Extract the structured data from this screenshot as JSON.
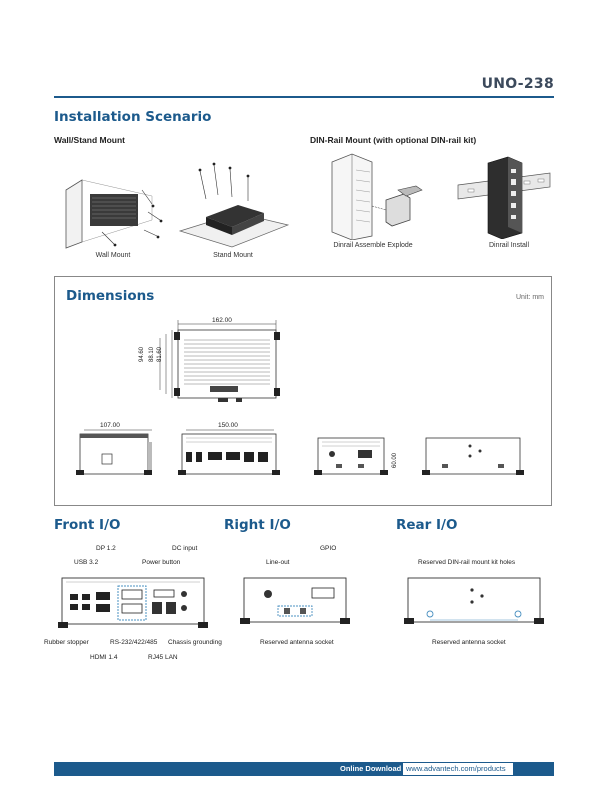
{
  "header": {
    "model": "UNO-238"
  },
  "installation": {
    "title": "Installation Scenario",
    "wall_stand": {
      "heading": "Wall/Stand Mount",
      "wall_caption": "Wall Mount",
      "stand_caption": "Stand Mount"
    },
    "din_rail": {
      "heading": "DIN-Rail Mount (with optional DIN-rail kit)",
      "explode_caption": "Dinrail Assemble Explode",
      "install_caption": "Dinrail Install"
    }
  },
  "dimensions": {
    "title": "Dimensions",
    "unit": "Unit: mm",
    "top_width": "162.00",
    "height_a": "94.60",
    "height_b": "88.10",
    "height_c": "81.60",
    "side_width": "107.00",
    "front_width": "150.00",
    "rear_height": "60.00"
  },
  "front_io": {
    "title": "Front I/O",
    "labels": [
      "DP 1.2",
      "DC input",
      "USB 3.2",
      "Power button",
      "Rubber stopper",
      "RS-232/422/485",
      "Chassis grounding",
      "HDMI 1.4",
      "RJ45 LAN"
    ]
  },
  "right_io": {
    "title": "Right I/O",
    "labels": [
      "GPIO",
      "Line-out",
      "Reserved antenna socket"
    ]
  },
  "rear_io": {
    "title": "Rear I/O",
    "labels": [
      "Reserved DIN-rail mount kit holes",
      "Reserved antenna socket"
    ]
  },
  "footer": {
    "download": "Online Download",
    "url": "www.advantech.com/products"
  }
}
